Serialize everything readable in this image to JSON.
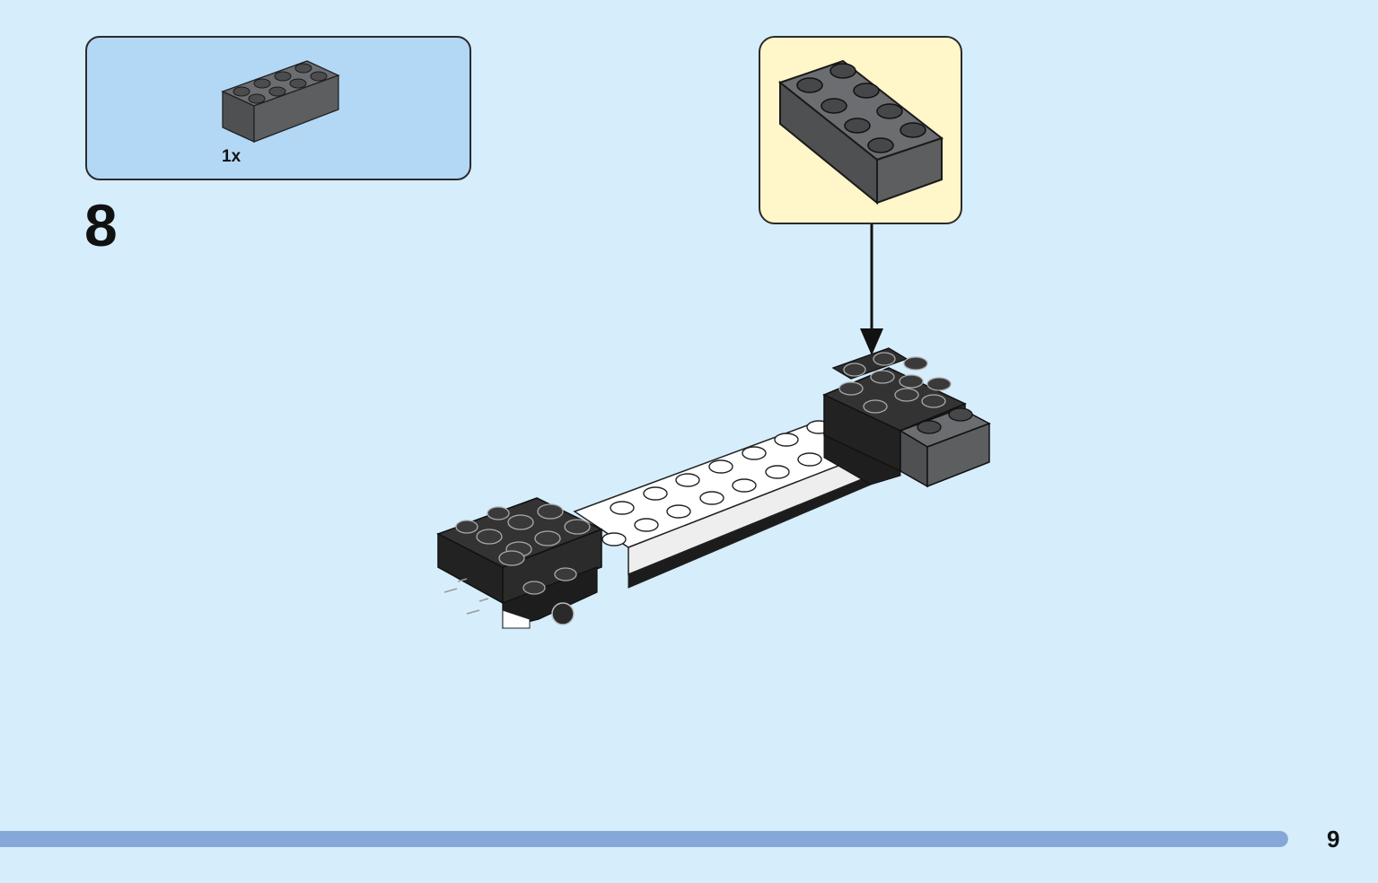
{
  "parts_list": {
    "items": [
      {
        "quantity": "1x",
        "part": "brick-2x4-dark-gray"
      }
    ]
  },
  "step": {
    "number": "8"
  },
  "footer": {
    "page_number": "9",
    "progress": 1.0
  },
  "colors": {
    "background": "#d6edfc",
    "parts_panel": "#b3d8f6",
    "zoom_panel": "#fff6c9",
    "progress_bar": "#85a8d8",
    "brick_dark_gray": "#5f6163",
    "brick_black": "#2a2a2a",
    "plate_white": "#ffffff"
  }
}
